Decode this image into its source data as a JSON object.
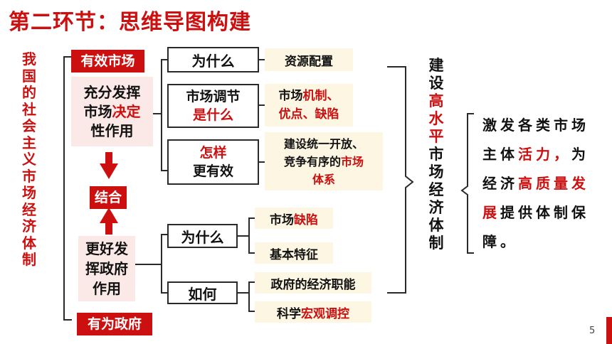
{
  "title": "第二环节：思维导图构建",
  "left_vertical": "我国的社会主义市场经济体制",
  "market": {
    "tag": "有效市场",
    "box_a": "充分发挥",
    "box_b": "市场",
    "box_c": "决定",
    "box_d": "性作用",
    "q1": "为什么",
    "q2_a": "市场调节",
    "q2_b": "是什么",
    "q3_a": "怎样",
    "q3_b": "更有效",
    "a1": "资源配置",
    "a2_a": "市场",
    "a2_b": "机制、",
    "a2_c": "优点、缺陷",
    "a3_a": "建设统一开放、",
    "a3_b": "竞争有序的",
    "a3_c": "市场",
    "a3_d": "体系"
  },
  "combine": "结合",
  "government": {
    "tag": "有为政府",
    "box_a": "更好发",
    "box_b": "挥政府",
    "box_c": "作用",
    "q1": "为什么",
    "q2": "如何",
    "a1_a": "市场",
    "a1_b": "缺陷",
    "a2": "基本特征",
    "a3": "政府的经济职能",
    "a4_a": "科学",
    "a4_b": "宏观调控"
  },
  "right_vertical": {
    "p1": "建设",
    "p2": "高水平",
    "p3": "市场经济体制"
  },
  "summary": {
    "s1": "激发各类市场主体",
    "s2": "活力，",
    "s3": "为经济",
    "s4": "高质量发展",
    "s5": "提供体制保障。"
  },
  "page_number": "5",
  "colors": {
    "accent": "#cc1010",
    "text": "#111111",
    "line": "#2a2a2a"
  }
}
